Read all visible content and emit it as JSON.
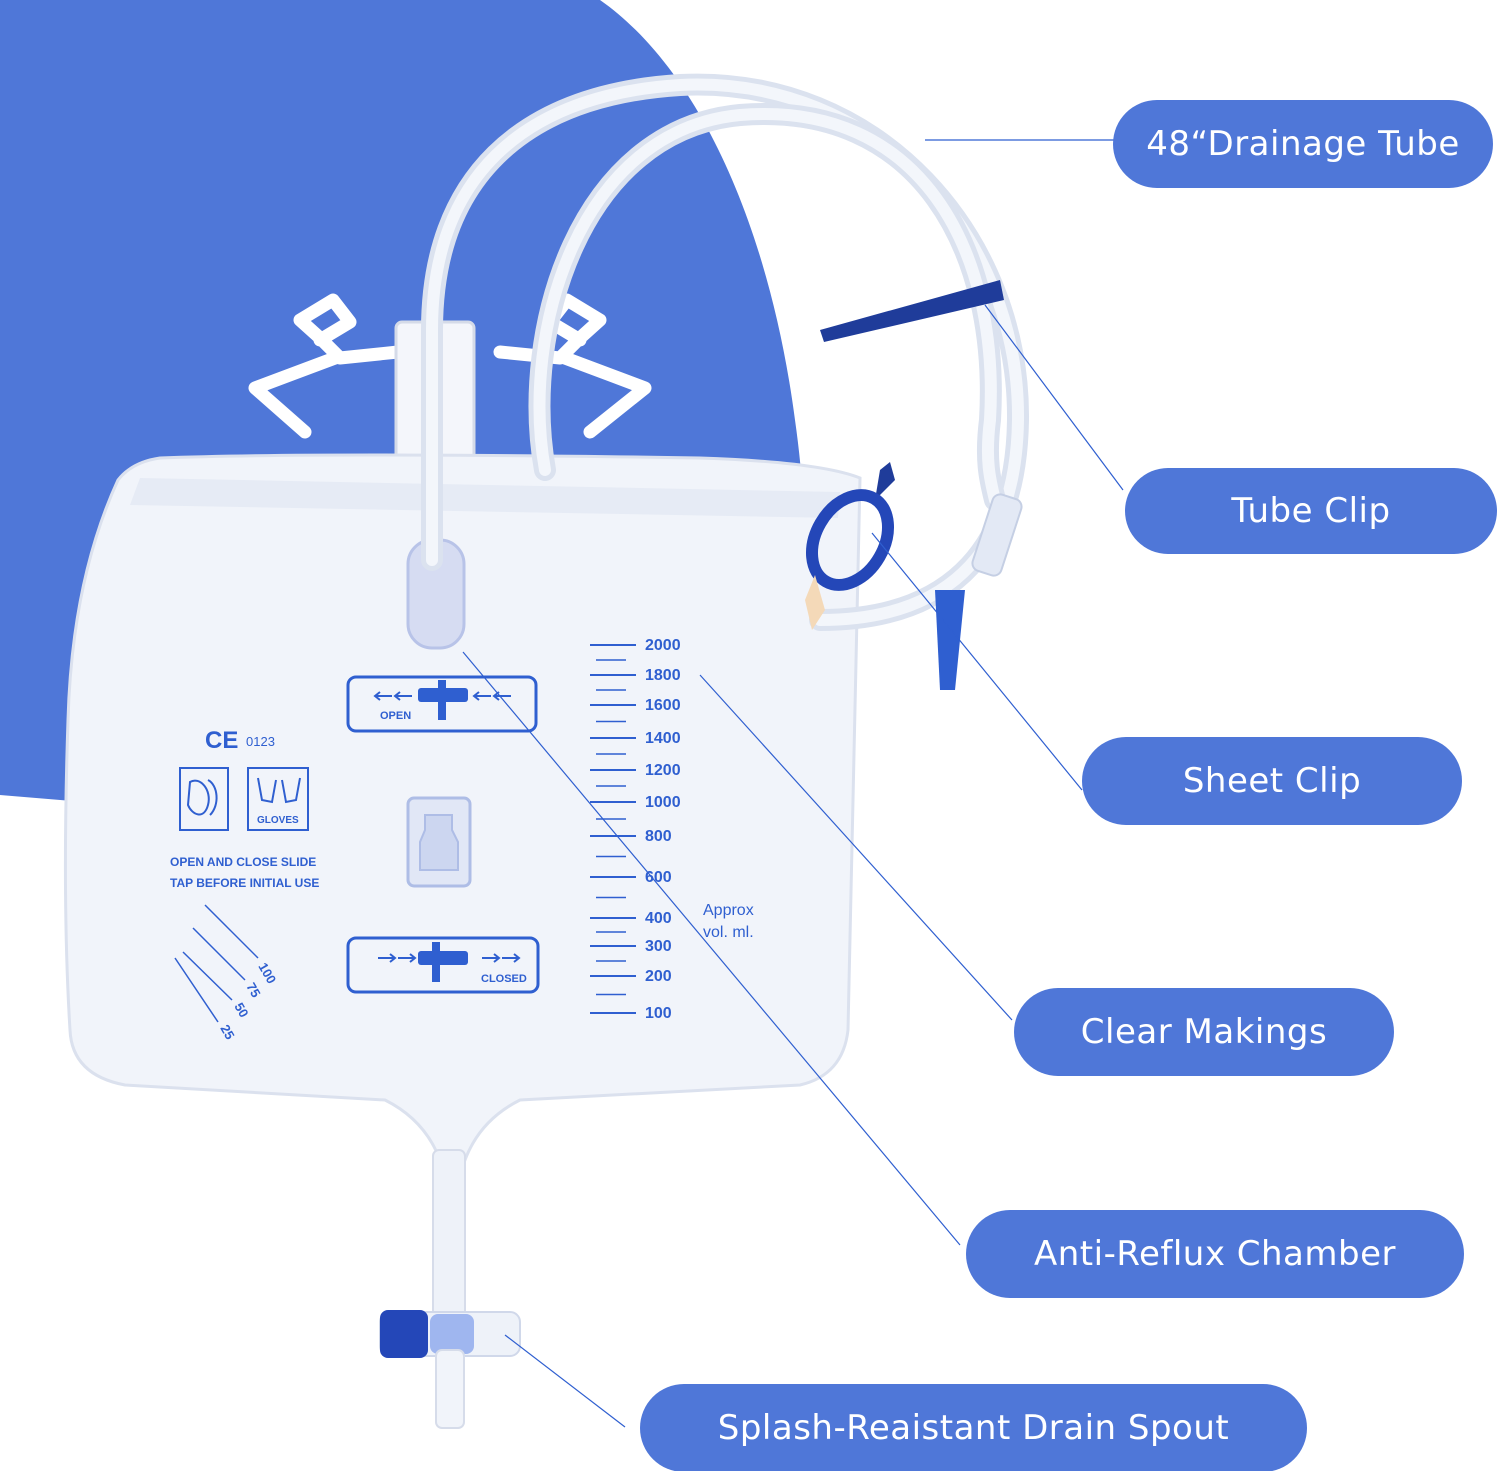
{
  "colors": {
    "accent_blue": "#4f77d8",
    "print_blue": "#2f5fd0",
    "bag_white": "#f1f4fa",
    "tube": "#e9eef7"
  },
  "callouts": {
    "drainage_tube": "48“Drainage Tube",
    "tube_clip": "Tube Clip",
    "sheet_clip": "Sheet Clip",
    "clear_markings": "Clear Makings",
    "anti_reflux": "Anti-Reflux Chamber",
    "drain_spout": "Splash-Reaistant Drain Spout"
  },
  "bag": {
    "ce_mark": "CE",
    "ce_number": "0123",
    "gloves_label": "GLOVES",
    "instruction_line1": "OPEN AND CLOSE SLIDE",
    "instruction_line2": "TAP BEFORE INITIAL USE",
    "open_label": "OPEN",
    "closed_label": "CLOSED",
    "approx_line1": "Approx",
    "approx_line2": "vol. ml.",
    "scale_marks": [
      "2000",
      "1800",
      "1600",
      "1400",
      "1200",
      "1000",
      "800",
      "600",
      "400",
      "300",
      "200",
      "100"
    ],
    "small_scale": [
      "100",
      "75",
      "50",
      "25"
    ]
  }
}
